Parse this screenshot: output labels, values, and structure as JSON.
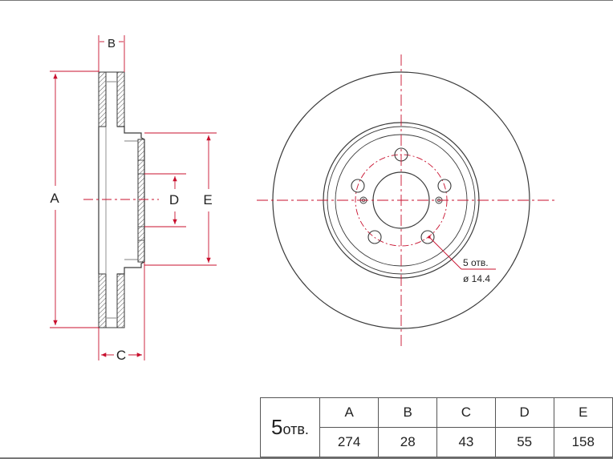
{
  "dimension_labels": {
    "a": "A",
    "b": "B",
    "c": "C",
    "d": "D",
    "e": "E"
  },
  "bolt_note": {
    "count": "5 отв.",
    "diameter": "ø 14.4"
  },
  "spec_table": {
    "qty_number": "5",
    "qty_unit": "отв.",
    "headers": [
      "A",
      "B",
      "C",
      "D",
      "E"
    ],
    "values": [
      "274",
      "28",
      "43",
      "55",
      "158"
    ]
  },
  "colors": {
    "outline": "#3a3a3a",
    "dimension": "#c8102e"
  }
}
